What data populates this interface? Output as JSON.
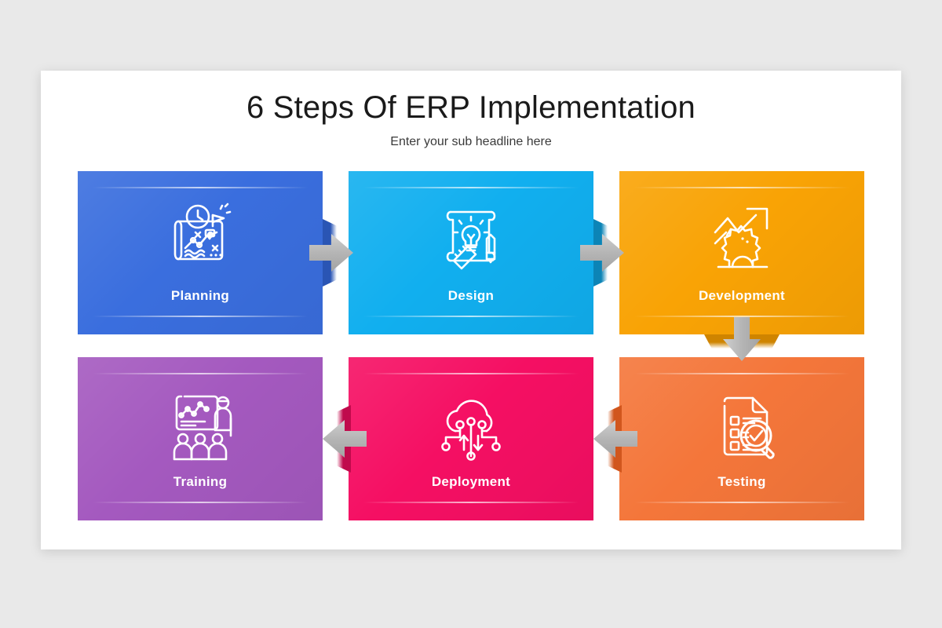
{
  "slide": {
    "title": "6 Steps Of ERP Implementation",
    "subtitle": "Enter your sub headline here",
    "background_color": "#e9e9e9",
    "canvas_color": "#ffffff"
  },
  "steps": [
    {
      "index": 1,
      "label": "Planning",
      "color": "#3a6ede",
      "color_dark": "#2a55b4",
      "icon": "map-roadmap-clock-flag-icon"
    },
    {
      "index": 2,
      "label": "Design",
      "color": "#11afef",
      "color_dark": "#0c84b6",
      "icon": "blueprint-lightbulb-ruler-pencil-icon"
    },
    {
      "index": 3,
      "label": "Development",
      "color": "#f9a305",
      "color_dark": "#cf8400",
      "icon": "gear-growth-arrow-icon"
    },
    {
      "index": 4,
      "label": "Training",
      "color": "#a459bf",
      "color_dark": "#80409a",
      "icon": "presentation-audience-icon"
    },
    {
      "index": 5,
      "label": "Deployment",
      "color": "#f50f63",
      "color_dark": "#c00a4c",
      "icon": "cloud-network-arrows-icon"
    },
    {
      "index": 6,
      "label": "Testing",
      "color": "#f4763a",
      "color_dark": "#d1561d",
      "icon": "document-checklist-magnifier-icon"
    }
  ],
  "connectors": [
    {
      "id": "planning-to-design",
      "direction": "right",
      "color": "#b3b3b3"
    },
    {
      "id": "design-to-development",
      "direction": "right",
      "color": "#b3b3b3"
    },
    {
      "id": "development-to-testing",
      "direction": "down",
      "color": "#b3b3b3"
    },
    {
      "id": "testing-to-deployment",
      "direction": "left",
      "color": "#b3b3b3"
    },
    {
      "id": "deployment-to-training",
      "direction": "left",
      "color": "#b3b3b3"
    }
  ]
}
